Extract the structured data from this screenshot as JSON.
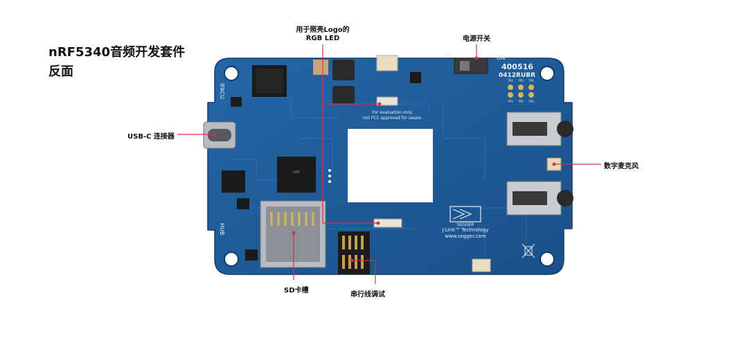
{
  "title": {
    "line1": "nRF5340音频开发套件",
    "line2": "反面"
  },
  "labels": {
    "rgb_led_line1": "用于照亮Logo的",
    "rgb_led_line2": "RGB LED",
    "power_switch": "电源开关",
    "usb_c": "USB-C 连接器",
    "digital_mic": "数字麦克风",
    "sd_slot": "SD卡槽",
    "serial_debug": "串行线调试"
  },
  "board_silkscreen": {
    "id_line1": "400516",
    "id_line2": "0412RUBR",
    "on": "ON",
    "off": "OFF",
    "ifacu": "IFACU",
    "hub": "HUB",
    "eval_note1": "For evaluation only;",
    "eval_note2": "not FCC approved for resale.",
    "segger": "SEGGER",
    "jlink_line1": "J-Link™ Technology",
    "jlink_line2": "www.segger.com",
    "tp_top": [
      "TP4",
      "TP5",
      "TP6"
    ],
    "tp_bottom": [
      "TP1",
      "TP2",
      "TP3"
    ]
  },
  "colors": {
    "pcb": "#1f5b99",
    "pcb_dark": "#17497f",
    "callout": "#d6314a"
  }
}
